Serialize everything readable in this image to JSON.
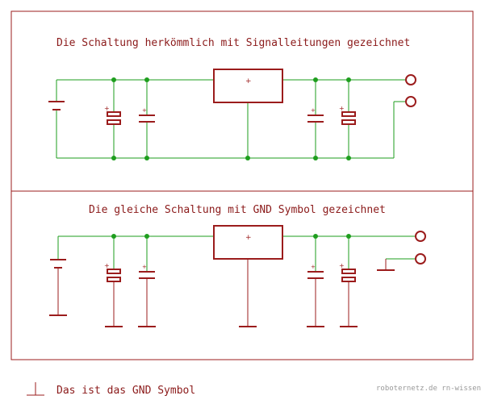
{
  "top_panel": {
    "title": "Die Schaltung herkömmlich mit Signalleitungen gezeichnet",
    "regulator_mark": "+"
  },
  "bottom_panel": {
    "title": "Die gleiche Schaltung mit GND Symbol gezeichnet",
    "regulator_mark": "+"
  },
  "legend": {
    "text": "Das ist das GND Symbol"
  },
  "credit": "roboternetz.de rn-wissen",
  "colors": {
    "wire": "#1e9e1e",
    "component": "#9b1c1c",
    "frame": "#9b1c1c",
    "junction": "#1e9e1e",
    "text": "#8b1a1a"
  }
}
